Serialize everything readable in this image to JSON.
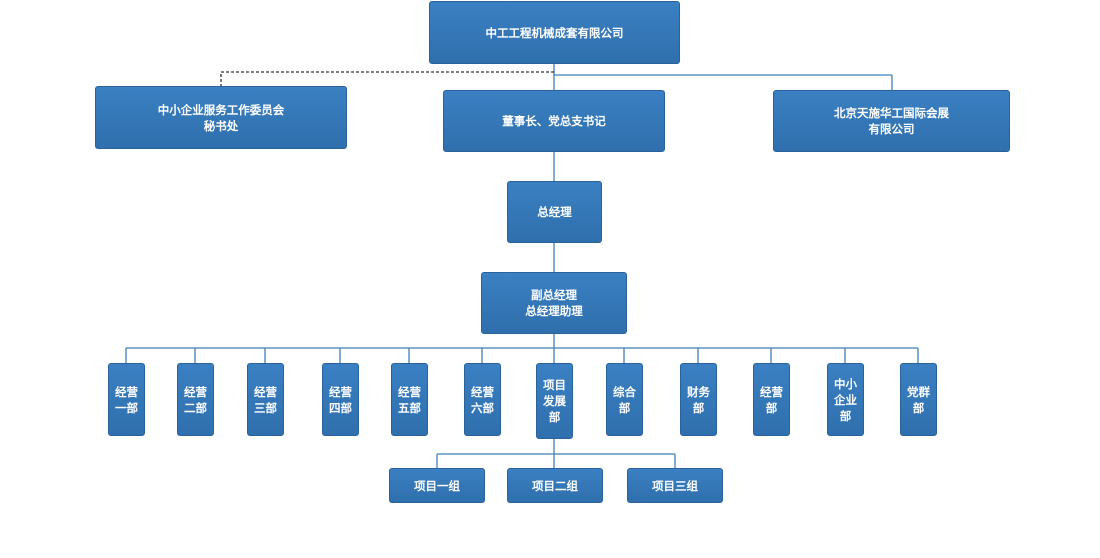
{
  "org": {
    "top": [
      "中工工程机械成套有限公司"
    ],
    "left": [
      "中小企业服务工作委员会",
      "秘书处"
    ],
    "center": [
      "董事长、党总支书记"
    ],
    "right": [
      "北京天施华工国际会展",
      "有限公司"
    ],
    "gm": [
      "总经理"
    ],
    "deputy": [
      "副总经理",
      "总经理助理"
    ],
    "departments": [
      [
        "经营",
        "一部"
      ],
      [
        "经营",
        "二部"
      ],
      [
        "经营",
        "三部"
      ],
      [
        "经营",
        "四部"
      ],
      [
        "经营",
        "五部"
      ],
      [
        "经营",
        "六部"
      ],
      [
        "项目",
        "发展",
        "部"
      ],
      [
        "综合",
        "部"
      ],
      [
        "财务",
        "部"
      ],
      [
        "经营",
        "部"
      ],
      [
        "中小",
        "企业",
        "部"
      ],
      [
        "党群",
        "部"
      ]
    ],
    "groups": [
      [
        "项目一组"
      ],
      [
        "项目二组"
      ],
      [
        "项目三组"
      ]
    ]
  }
}
